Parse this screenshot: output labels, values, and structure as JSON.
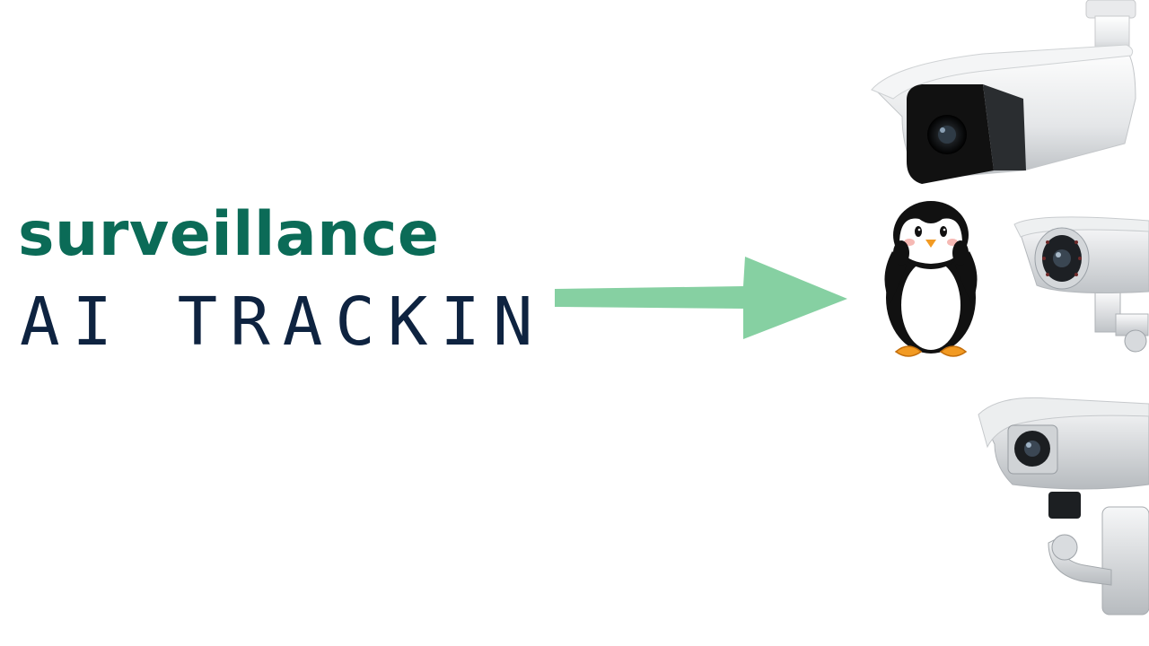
{
  "headline": "surveillance",
  "subline": "AI TRACKIN",
  "colors": {
    "headline": "#0b6b57",
    "subline": "#0e2340",
    "arrow": "#86d0a2",
    "background": "#ffffff"
  },
  "icons": [
    "arrow-right-icon",
    "penguin-mascot",
    "bullet-camera-icon",
    "dome-camera-icon",
    "box-camera-icon"
  ]
}
